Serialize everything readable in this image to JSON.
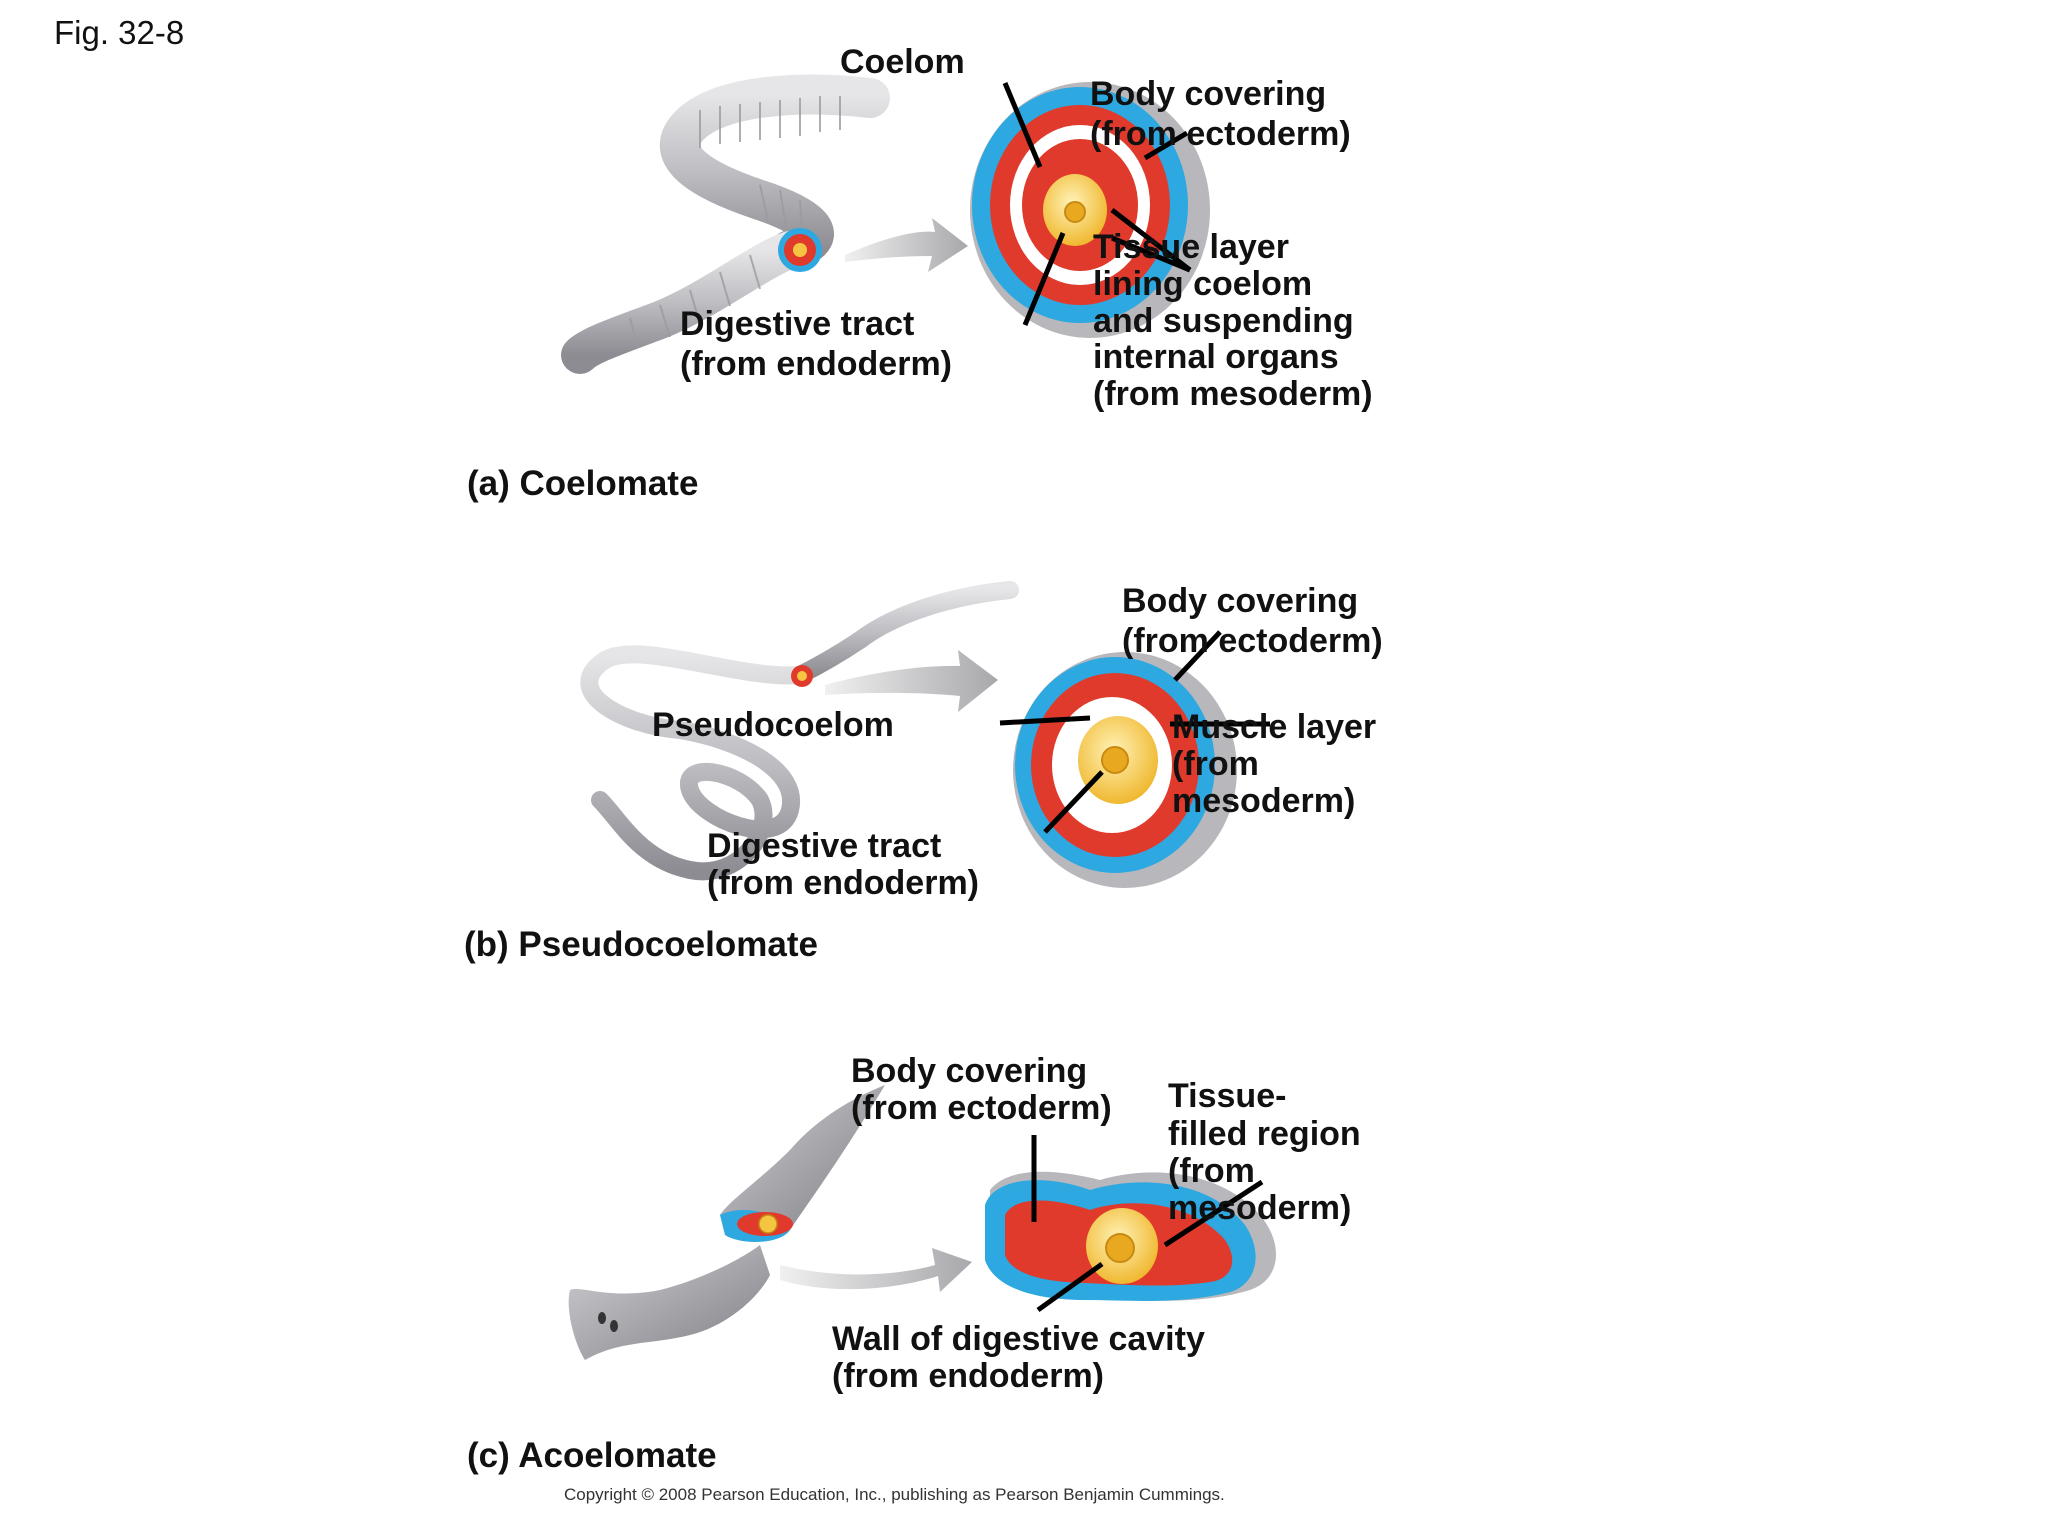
{
  "figure_label": "Fig. 32-8",
  "copyright": "Copyright © 2008 Pearson Education, Inc., publishing as Pearson Benjamin Cummings.",
  "panel_a": {
    "caption": "(a) Coelomate",
    "coelom": "Coelom",
    "body_covering": [
      "Body covering",
      "(from ectoderm)"
    ],
    "tissue_layer": [
      "Tissue layer",
      "lining coelom",
      "and suspending",
      "internal organs",
      "(from mesoderm)"
    ],
    "digestive_tract": [
      "Digestive tract",
      "(from endoderm)"
    ]
  },
  "panel_b": {
    "caption": "(b) Pseudocoelomate",
    "body_covering": [
      "Body covering",
      "(from ectoderm)"
    ],
    "pseudocoelom": "Pseudocoelom",
    "muscle_layer": [
      "Muscle layer",
      "(from",
      "mesoderm)"
    ],
    "digestive_tract": [
      "Digestive tract",
      "(from endoderm)"
    ]
  },
  "panel_c": {
    "caption": "(c) Acoelomate",
    "body_covering": [
      "Body covering",
      "(from ectoderm)"
    ],
    "tissue_filled": [
      "Tissue-",
      "filled region",
      "(from",
      "mesoderm)"
    ],
    "wall_digestive": [
      "Wall of digestive cavity",
      "(from endoderm)"
    ]
  },
  "colors": {
    "ectoderm": "#2ea8e0",
    "mesoderm": "#e03a2c",
    "endoderm": "#f5c542",
    "body_gray": "#b8b8bc",
    "text": "#111111"
  }
}
